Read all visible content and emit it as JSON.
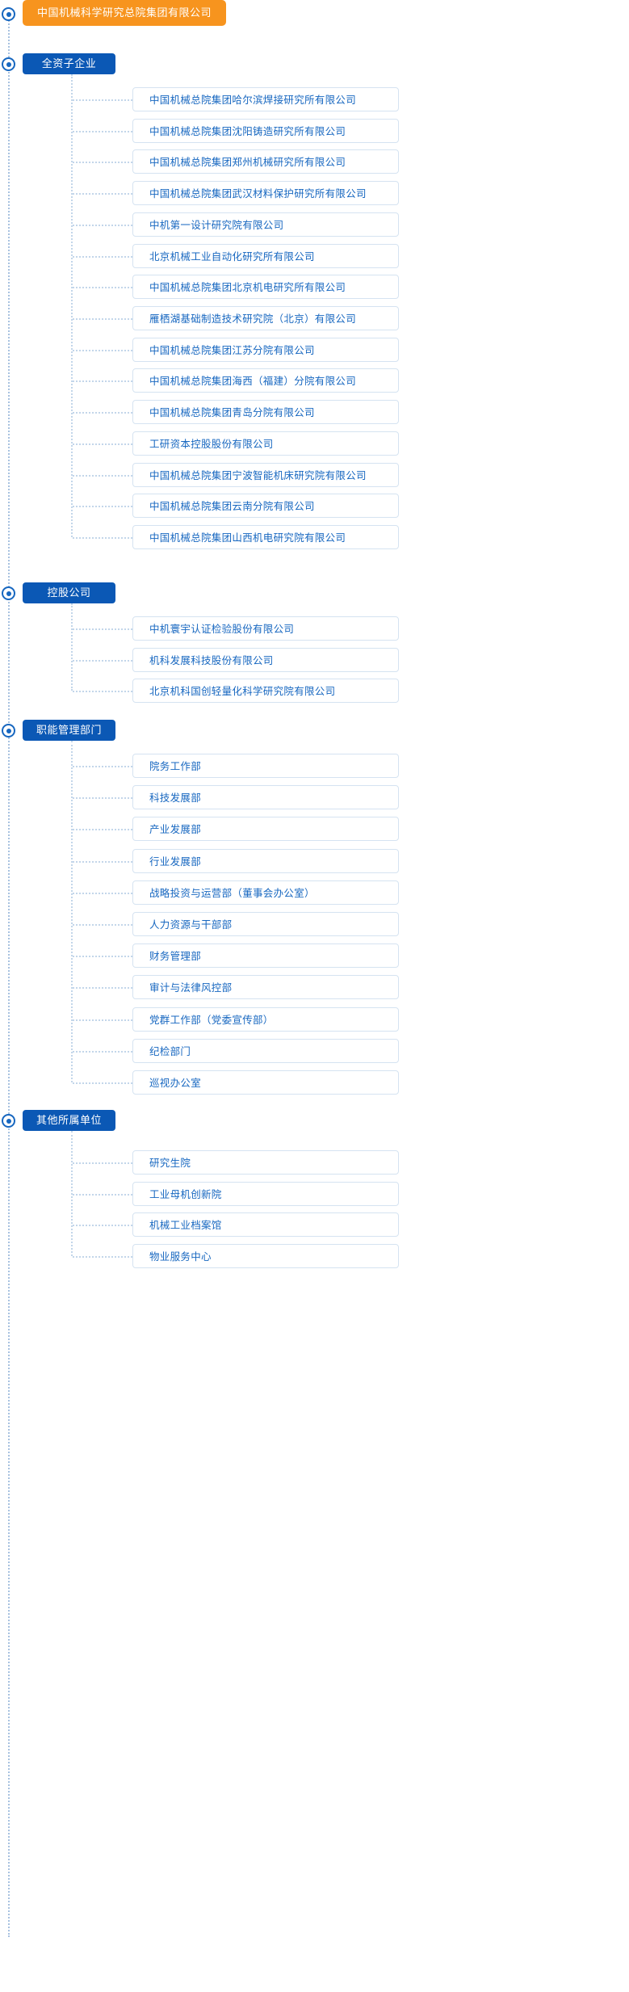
{
  "root": {
    "label": "中国机械科学研究总院集团有限公司",
    "accent_color": "#f7941e"
  },
  "theme": {
    "group_color": "#0b58b5",
    "item_text_color": "#1767c0",
    "item_border_color": "#d5e3f1",
    "connector_color": "#c3d6ea",
    "spine_color": "#a8c2e0"
  },
  "groups": [
    {
      "label": "全资子企业",
      "items": [
        "中国机械总院集团哈尔滨焊接研究所有限公司",
        "中国机械总院集团沈阳铸造研究所有限公司",
        "中国机械总院集团郑州机械研究所有限公司",
        "中国机械总院集团武汉材料保护研究所有限公司",
        "中机第一设计研究院有限公司",
        "北京机械工业自动化研究所有限公司",
        "中国机械总院集团北京机电研究所有限公司",
        "雁栖湖基础制造技术研究院（北京）有限公司",
        "中国机械总院集团江苏分院有限公司",
        "中国机械总院集团海西（福建）分院有限公司",
        "中国机械总院集团青岛分院有限公司",
        "工研资本控股股份有限公司",
        "中国机械总院集团宁波智能机床研究院有限公司",
        "中国机械总院集团云南分院有限公司",
        "中国机械总院集团山西机电研究院有限公司"
      ]
    },
    {
      "label": "控股公司",
      "items": [
        "中机寰宇认证检验股份有限公司",
        "机科发展科技股份有限公司",
        "北京机科国创轻量化科学研究院有限公司"
      ]
    },
    {
      "label": "职能管理部门",
      "items": [
        "院务工作部",
        "科技发展部",
        "产业发展部",
        "行业发展部",
        "战略投资与运营部（董事会办公室）",
        "人力资源与干部部",
        "财务管理部",
        "审计与法律风控部",
        "党群工作部（党委宣传部）",
        "纪检部门",
        "巡视办公室"
      ]
    },
    {
      "label": "其他所属单位",
      "items": [
        "研究生院",
        "工业母机创新院",
        "机械工业档案馆",
        "物业服务中心"
      ]
    }
  ]
}
